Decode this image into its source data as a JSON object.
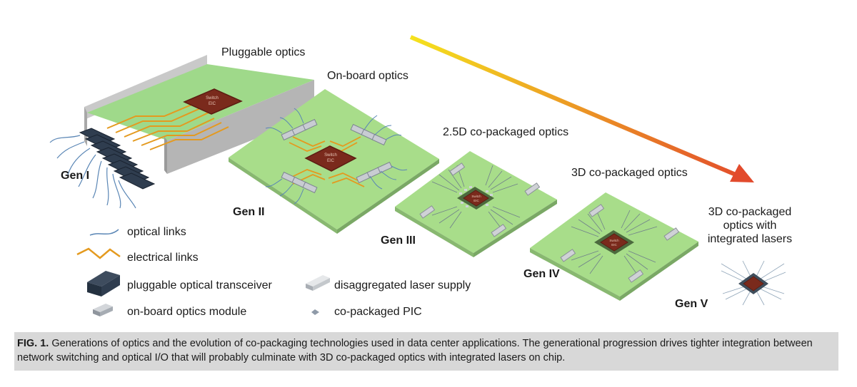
{
  "labels": {
    "pluggable": "Pluggable optics",
    "onboard": "On-board optics",
    "cpo25d": "2.5D co-packaged optics",
    "cpo3d": "3D co-packaged optics",
    "cpo3d_lasers_l1": "3D co-packaged",
    "cpo3d_lasers_l2": "optics with",
    "cpo3d_lasers_l3": "integrated lasers"
  },
  "generations": {
    "gen1": "Gen I",
    "gen2": "Gen II",
    "gen3": "Gen III",
    "gen4": "Gen IV",
    "gen5": "Gen V"
  },
  "chip_text": {
    "line1": "Switch",
    "line2": "EIC"
  },
  "legend": {
    "optical_links": "optical links",
    "electrical_links": "electrical links",
    "pluggable_transceiver": "pluggable optical transceiver",
    "onboard_module": "on-board optics module",
    "laser_supply": "disaggregated laser supply",
    "copackaged_pic": "co-packaged PIC"
  },
  "caption": {
    "fig_label": "FIG. 1.",
    "text": "Generations of optics and the evolution of co-packaging technologies used in data center applications. The generational progression drives tighter integration between network switching and optical I/O that will probably culminate with 3D co-packaged optics with integrated lasers on chip."
  },
  "colors": {
    "board_green": "#a8dd8a",
    "chip_brown": "#7a2a1c",
    "electrical_orange": "#e49a1f",
    "optical_blue": "#5a86b5",
    "arrow_start": "#f5e21e",
    "arrow_end": "#e24a2c",
    "caption_bg": "#d8d8d8"
  }
}
